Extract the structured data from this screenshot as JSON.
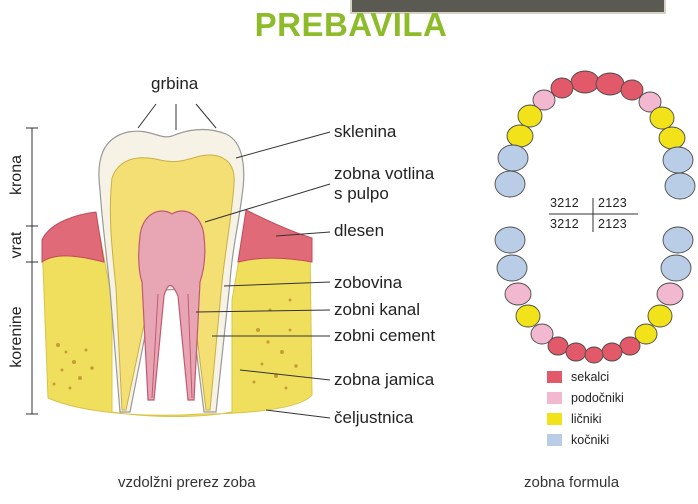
{
  "title": "PREBAVILA",
  "tooth_labels": {
    "grbina": "grbina",
    "sklenina": "sklenina",
    "pulpa_line1": "zobna votlina",
    "pulpa_line2": "s pulpo",
    "dlesen": "dlesen",
    "zobovina": "zobovina",
    "kanal": "zobni kanal",
    "cement": "zobni cement",
    "jamica": "zobna jamica",
    "celjustnica": "čeljustnica"
  },
  "side_labels": {
    "krona": "krona",
    "vrat": "vrat",
    "korenine": "korenine"
  },
  "formula": {
    "upper_left": "3212",
    "upper_right": "2123",
    "lower_left": "3212",
    "lower_right": "2123"
  },
  "legend": [
    {
      "label": "sekalci",
      "color": "#e25a6a"
    },
    {
      "label": "podočniki",
      "color": "#f2b8cf"
    },
    {
      "label": "ličniki",
      "color": "#f2e21a"
    },
    {
      "label": "kočniki",
      "color": "#b9cde6"
    }
  ],
  "captions": {
    "left": "vzdolžni prerez zoba",
    "right": "zobna formula"
  }
}
